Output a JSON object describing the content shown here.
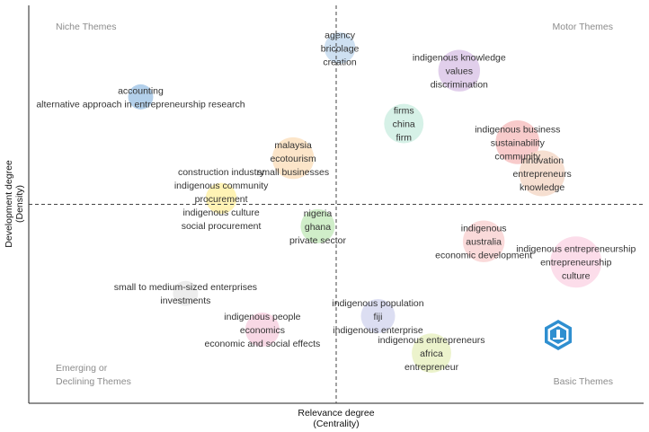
{
  "chart_data": {
    "type": "scatter",
    "xlabel": "Relevance degree",
    "xlabel_sub": "(Centrality)",
    "ylabel": "Development degree",
    "ylabel_sub": "(Density)",
    "quadrants": {
      "top_left": "Niche Themes",
      "top_right": "Motor Themes",
      "bottom_left": [
        "Emerging or",
        "Declining Themes"
      ],
      "bottom_right": "Basic Themes"
    },
    "xlim": [
      0,
      100
    ],
    "ylim": [
      0,
      100
    ],
    "xcenter": 50,
    "ycenter": 50,
    "clusters": [
      {
        "labels": [
          "agency",
          "bricolage",
          "creation"
        ],
        "x": 50.6,
        "y": 89.3,
        "size": 3,
        "color": "#c6dbef"
      },
      {
        "labels": [
          "indigenous knowledge",
          "values",
          "discrimination"
        ],
        "x": 70.0,
        "y": 83.6,
        "size": 7,
        "color": "#dcc7e8"
      },
      {
        "labels": [
          "accounting",
          "alternative approach in entrepreneurship research"
        ],
        "x": 18.2,
        "y": 77.0,
        "size": 1.5,
        "color": "#a6c8e8"
      },
      {
        "labels": [
          "firms",
          "china",
          "firm"
        ],
        "x": 61.0,
        "y": 70.3,
        "size": 6,
        "color": "#cfeee3"
      },
      {
        "labels": [
          "indigenous business",
          "sustainability",
          "community"
        ],
        "x": 79.5,
        "y": 65.6,
        "size": 8,
        "color": "#f7c2c2"
      },
      {
        "labels": [
          "malaysia",
          "ecotourism",
          "small businesses"
        ],
        "x": 43.0,
        "y": 61.6,
        "size": 7,
        "color": "#fbe1c0"
      },
      {
        "labels": [
          "innovation",
          "entrepreneurs",
          "knowledge"
        ],
        "x": 83.5,
        "y": 57.8,
        "size": 9,
        "color": "#f4d9c9"
      },
      {
        "labels": [
          "construction industry",
          "indigenous community",
          "procurement",
          "indigenous culture",
          "social procurement"
        ],
        "x": 31.3,
        "y": 51.5,
        "size": 3,
        "color": "#fff1a8"
      },
      {
        "labels": [
          "nigeria",
          "ghana",
          "private sector"
        ],
        "x": 47.0,
        "y": 44.5,
        "size": 4,
        "color": "#c8ebc0"
      },
      {
        "labels": [
          "indigenous",
          "australia",
          "economic development"
        ],
        "x": 74.0,
        "y": 40.7,
        "size": 7,
        "color": "#f9d3d3"
      },
      {
        "labels": [
          "indigenous entrepreneurship",
          "entrepreneurship",
          "culture"
        ],
        "x": 89.0,
        "y": 35.5,
        "size": 12,
        "color": "#fbd7e6"
      },
      {
        "labels": [
          "small to medium-sized enterprises",
          "investments"
        ],
        "x": 25.5,
        "y": 27.6,
        "size": 1.5,
        "color": "#eaeaea"
      },
      {
        "labels": [
          "indigenous population",
          "fiji",
          "indigenous enterprise"
        ],
        "x": 56.8,
        "y": 21.9,
        "size": 4,
        "color": "#d6d8f0"
      },
      {
        "labels": [
          "indigenous people",
          "economics",
          "economic and social effects"
        ],
        "x": 38.0,
        "y": 18.5,
        "size": 4,
        "color": "#f7d1e0"
      },
      {
        "labels": [
          "indigenous entrepreneurs",
          "africa",
          "entrepreneur"
        ],
        "x": 65.5,
        "y": 12.6,
        "size": 6,
        "color": "#e9f1c3"
      }
    ]
  },
  "logo": {
    "name": "publisher-logo-icon",
    "color": "#2f8fd0"
  }
}
